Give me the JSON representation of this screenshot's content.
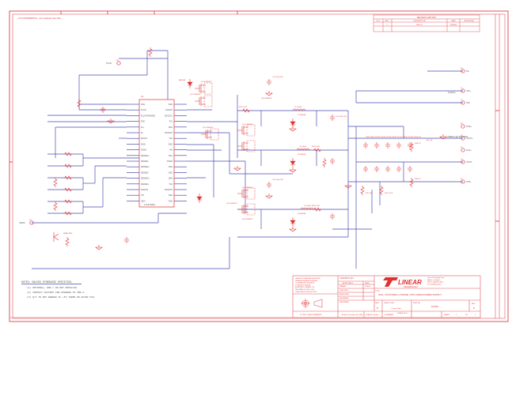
{
  "document": {
    "confidential_note": "LTC CONFIDENTIAL - For Customer Use Only",
    "colors": {
      "border": "#e0565b",
      "wire": "#4a4ab0",
      "component": "#e03030",
      "text": "#555555"
    }
  },
  "revision_history": {
    "title": "REVISION HISTORY",
    "headers": [
      "ECO",
      "REV",
      "DESCRIPTION",
      "DATE",
      "APPROVED"
    ],
    "rows": [
      [
        "-",
        "2",
        "PROTO",
        "10/08/03",
        "-"
      ]
    ]
  },
  "notes": {
    "title": "NOTES: UNLESS OTHERWISE SPECIFIED,",
    "items": [
      "(1)  OPTIONAL, DNP = DO NOT POPULATE.",
      "(2)  CONTACT FACTORY FOR UPGRADE TO VMR-1.",
      "(3)  Q/T IS NOT NEEDED IF +5V TURNS ON AFTER VIN."
    ]
  },
  "title_block": {
    "tolerance_text": [
      "UNLESS OTHERWISE SPECIFIED",
      "DIMENSIONS ARE IN INCHES",
      "TOLERANCES ON ANGLE",
      "2 PLACES  3 PLACES",
      "INTERPRET DIM AND TOL",
      "PER ASME Y14.5M - 1994",
      "THIRD ANGLE PROJECTION"
    ],
    "contract_no": "CONTRACT NO.",
    "approvals": "APPROVALS",
    "date_label": "DATE",
    "approval_rows": [
      "DRAWN",
      "CHECKED",
      "APPROVED",
      "ENGINEER",
      "DESIGNER"
    ],
    "drawn_date": "10-8-03",
    "company": "LINEAR",
    "company_sub": "TECHNOLOGY",
    "company_address": [
      "Linear Technology Corp",
      "Milpitas, California",
      "Phone: (408)432-1900",
      "Fax: (408)434-0507"
    ],
    "title_label": "TITLE",
    "title": "SCH, LTC3732EG 3 PHASE, CPU CORE POWER SUPPLY",
    "size_label": "SIZE",
    "size": "B",
    "cage_label": "CAGE CODE",
    "cage": "<Cage Code>",
    "dwg_label": "DWG NO",
    "dwg": "DC443A",
    "rev_label": "REV",
    "rev": "B",
    "scale_label": "SCALE=<Scale>",
    "filename_label": "FILENAME",
    "filename": "443A-B.SCH",
    "sheet_label": "SHEET",
    "sheet": "1",
    "of_label": "OF",
    "of": "2",
    "do_not_scale": "DO NOT SCALE DRAWING",
    "print_date": "Friday, December 05, 2003"
  },
  "schematic": {
    "ic": {
      "ref": "U1",
      "part": "LTC3732EG",
      "left_pins": [
        "VID1",
        "PLLIN",
        "PLLFLTR/MODE",
        "FCB",
        "IN+",
        "IN-",
        "EAOUT",
        "EAIN",
        "SGND",
        "SENSE1+",
        "SENSE1-",
        "SENSE2+",
        "SENSE2-",
        "SENSE3+",
        "SENSE3-",
        "RUN/SS",
        "ITH",
        "VID0"
      ],
      "right_pins": [
        "VID2",
        "PGOOD",
        "BOOST1",
        "TG1",
        "SW1",
        "BOOST2",
        "TG2",
        "SW2",
        "VIN",
        "BG1",
        "PGND",
        "BG2",
        "BG3",
        "SW3",
        "TG3",
        "BOOST3",
        "VID4",
        "VID3"
      ]
    },
    "connectors": [
      {
        "ref": "E5",
        "label": "PG"
      },
      {
        "ref": "J1",
        "label": "VIN+"
      },
      {
        "ref": "J2",
        "label": "VIN-"
      },
      {
        "ref": "E6",
        "label": "VOS+"
      },
      {
        "ref": "J3",
        "label": "VOUT+"
      },
      {
        "ref": "J4",
        "label": "Vout+"
      },
      {
        "ref": "J5",
        "label": "VOUT-"
      },
      {
        "ref": "E7",
        "label": "VOS-"
      },
      {
        "ref": "E1",
        "label": "VRON"
      },
      {
        "ref": "E4",
        "label": "SYNC"
      }
    ],
    "vin_range": "5-20Vin",
    "vout_rating": "VRM9 0-@ 65A MAX",
    "labels": [
      "Q1 Si7860DP",
      "Q2 Si7860DP",
      "Q3 Si7860DP",
      "Q4 Si7860DP",
      "Q5 Si7860DP",
      "Q6 Si7860DP",
      "Q7 Si7860DP",
      "Q8 Si7860DP",
      "L1 0.8uH",
      "L2 0.8uH",
      "L3 0.8uH",
      "D1 B340A",
      "D2 B340A",
      "D3 B340A",
      "R21 0.002",
      "R22 0.002",
      "R23 0.002",
      "C11 10uF 25V",
      "C12 10uF 25V",
      "C13 10uF 25V",
      "C28 270uF 2V",
      "C29 270uF 2V",
      "C30 270uF 2V",
      "C31 270uF 2V",
      "C32 270uF 2V",
      "R31 100",
      "R32 14.7K",
      "R33 8.2",
      "R34 8.2",
      "C40 1uF",
      "BAT54A",
      "MMBT3904"
    ]
  }
}
